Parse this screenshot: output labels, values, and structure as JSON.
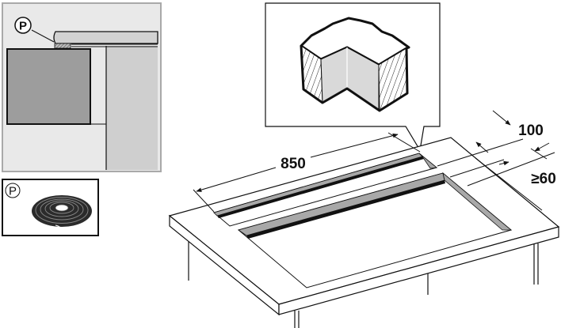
{
  "diagram": {
    "title": "Cooktop countertop cutout installation with sealing strip",
    "colors": {
      "line": "#111111",
      "panel_frame": "#a9a9a9",
      "panel_bg": "#e8e8e8",
      "cabinet_dark": "#9b9b9b",
      "cabinet_light": "#cdcdcd",
      "seal_strip": "#a8a8a8",
      "edge_face": "#d3d3d3"
    },
    "detail_panel": {
      "part_label": "P",
      "description": "Cross-section showing seal P under hob edge on countertop"
    },
    "seal_roll_panel": {
      "part_label": "P",
      "description": "Roll of sealing tape"
    },
    "corner_detail": {
      "description": "Cutout corner detail with hatched section faces"
    },
    "dimensions": {
      "length": "850",
      "depth": "100",
      "front_margin": "≥60"
    }
  }
}
